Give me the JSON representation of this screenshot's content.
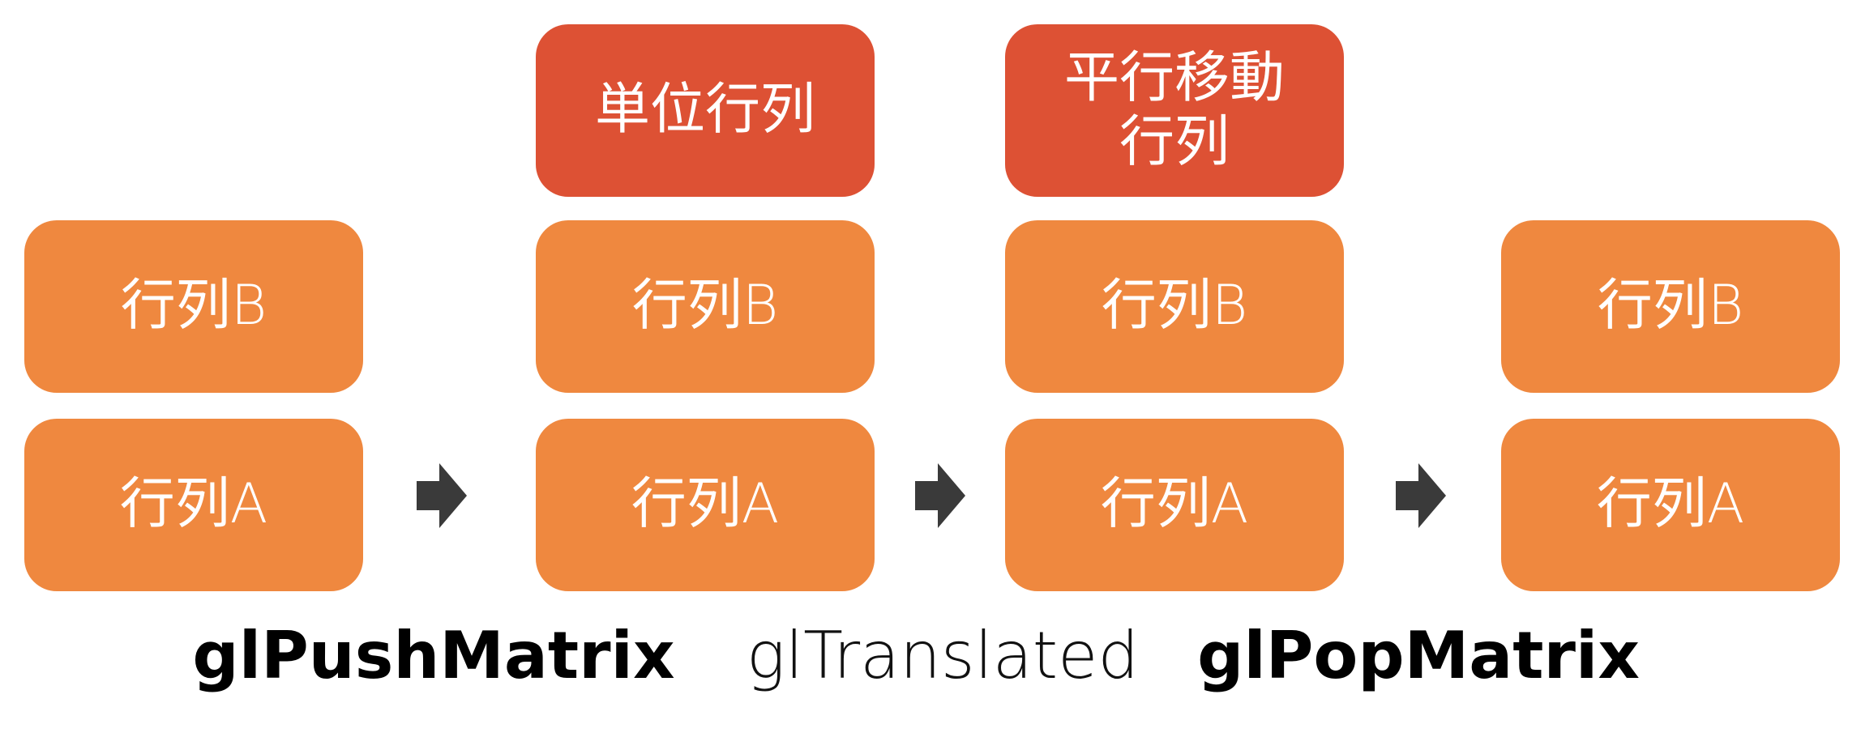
{
  "colors": {
    "stack_box": "#ef883f",
    "pushed_box": "#dd5134",
    "box_text": "#ffffff",
    "arrow": "#3a3a3a",
    "caption": "#000000"
  },
  "stacks": [
    {
      "items": [
        "行列B",
        "行列A"
      ]
    },
    {
      "top": "単位行列",
      "items": [
        "行列B",
        "行列A"
      ]
    },
    {
      "top": "平行移動\n行列",
      "items": [
        "行列B",
        "行列A"
      ]
    },
    {
      "items": [
        "行列B",
        "行列A"
      ]
    }
  ],
  "arrows": [
    {
      "icon": "right-arrow-icon"
    },
    {
      "icon": "right-arrow-icon"
    },
    {
      "icon": "right-arrow-icon"
    }
  ],
  "captions": [
    {
      "text": "glPushMatrix",
      "weight": "bold"
    },
    {
      "text": "glTranslated",
      "weight": "light"
    },
    {
      "text": "glPopMatrix",
      "weight": "bold"
    }
  ]
}
